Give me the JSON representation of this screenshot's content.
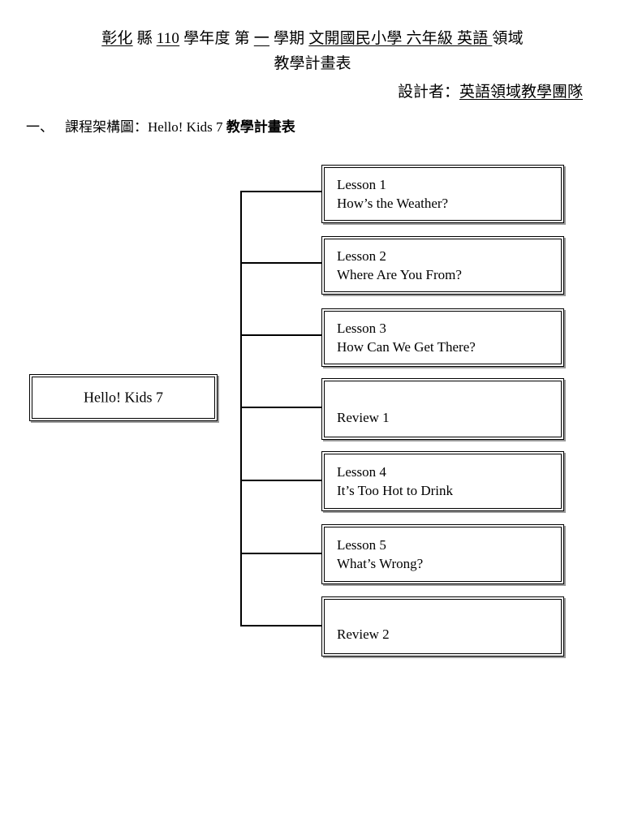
{
  "header": {
    "line1_segments": [
      {
        "text": "彰化",
        "underline": true
      },
      {
        "text": " 縣 ",
        "underline": false
      },
      {
        "text": "110",
        "underline": true
      },
      {
        "text": " 學年度 第 ",
        "underline": false
      },
      {
        "text": "一",
        "underline": true
      },
      {
        "text": " 學期  ",
        "underline": false
      },
      {
        "text": "文開國民小學 六年級 英語 ",
        "underline": true
      },
      {
        "text": "領域",
        "underline": false
      }
    ],
    "line1_plain": "彰化 縣 110 學年度 第 一 學期  文開國民小學 六年級 英語 領域",
    "line2": "教學計畫表",
    "designer_label": "設計者：",
    "designer_value": "英語領域教學團隊"
  },
  "section": {
    "number": "一、",
    "label": "課程架構圖：Hello! Kids 7 ",
    "label_bold": "教學計畫表"
  },
  "chart_data": {
    "type": "diagram",
    "title": "Hello! Kids 7 課程架構圖",
    "root": "Hello! Kids 7",
    "children": [
      {
        "title": "Lesson 1",
        "subtitle": "How’s the Weather?"
      },
      {
        "title": "Lesson 2",
        "subtitle": "Where Are You From?"
      },
      {
        "title": "Lesson 3",
        "subtitle": "How Can We Get There?"
      },
      {
        "title": "Review 1",
        "subtitle": ""
      },
      {
        "title": "Lesson 4",
        "subtitle": "It’s Too Hot to Drink"
      },
      {
        "title": "Lesson 5",
        "subtitle": "What’s Wrong?"
      },
      {
        "title": "Review 2",
        "subtitle": ""
      }
    ]
  },
  "nodes": {
    "root": "Hello! Kids 7",
    "n1": "Lesson 1\nHow’s the Weather?",
    "n2": "Lesson 2\nWhere Are You From?",
    "n3": "Lesson 3\nHow Can We Get There?",
    "n4": "Review 1",
    "n5": "Lesson 4\nIt’s Too Hot to Drink",
    "n6": "Lesson 5\nWhat’s Wrong?",
    "n7": "Review 2"
  },
  "colors": {
    "text": "#000000",
    "line": "#000000",
    "shadow": "#9a9a9a",
    "page": "#ffffff"
  }
}
